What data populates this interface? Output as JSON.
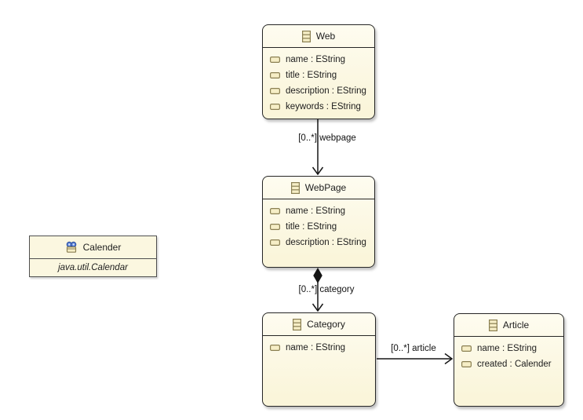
{
  "diagram": {
    "type": "ecore-class-diagram",
    "classes": [
      {
        "name": "Web",
        "attributes": [
          "name : EString",
          "title : EString",
          "description : EString",
          "keywords : EString"
        ]
      },
      {
        "name": "WebPage",
        "attributes": [
          "name : EString",
          "title : EString",
          "description : EString"
        ]
      },
      {
        "name": "Category",
        "attributes": [
          "name : EString"
        ]
      },
      {
        "name": "Article",
        "attributes": [
          "name : EString",
          "created : Calender"
        ]
      }
    ],
    "datatypes": [
      {
        "name": "Calender",
        "instance_type": "java.util.Calendar"
      }
    ],
    "edges": [
      {
        "from": "Web",
        "to": "WebPage",
        "label": "[0..*] webpage",
        "kind": "reference",
        "source_decoration": "none",
        "target_decoration": "open-arrow"
      },
      {
        "from": "WebPage",
        "to": "Category",
        "label": "[0..*] category",
        "kind": "containment",
        "source_decoration": "diamond",
        "target_decoration": "open-arrow"
      },
      {
        "from": "Category",
        "to": "Article",
        "label": "[0..*] article",
        "kind": "reference",
        "source_decoration": "none",
        "target_decoration": "open-arrow"
      }
    ],
    "icons": {
      "class_icon": "eclass-icon",
      "attribute_icon": "eattribute-icon",
      "datatype_icon": "edatatype-icon"
    },
    "colors": {
      "node_fill": "#faf5da",
      "node_fill_light": "#fefcf0",
      "node_border": "#262626",
      "datatype_border": "#4f4f4f",
      "icon_fill": "#f6eec6",
      "icon_stroke": "#8a7f52",
      "datatype_eye_blue": "#5b82d6",
      "edge_stroke": "#161616",
      "text": "#1d1d1d",
      "background": "#ffffff"
    }
  }
}
